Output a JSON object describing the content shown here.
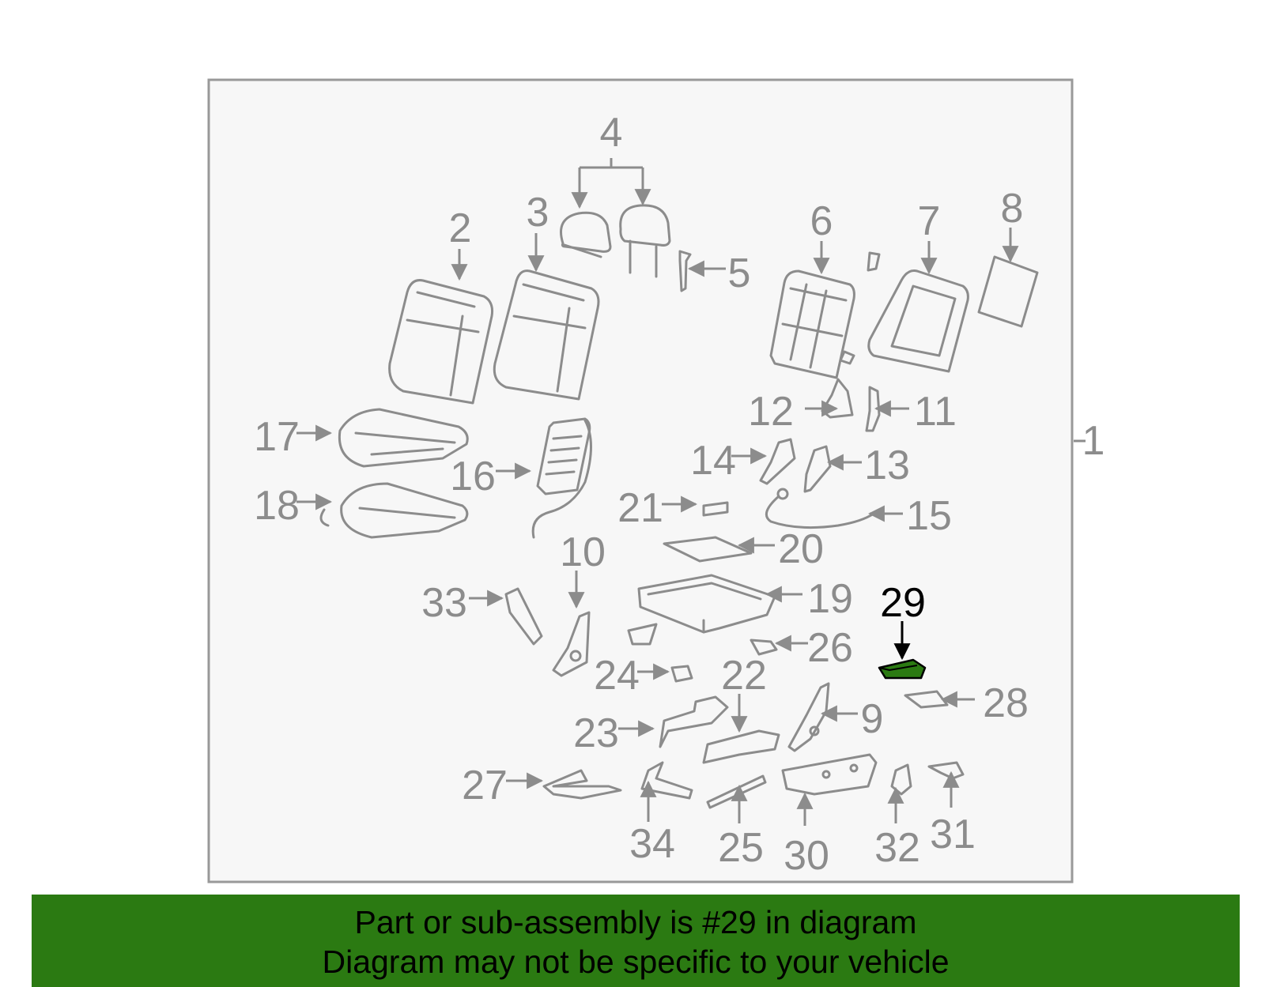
{
  "diagram": {
    "highlight_part": "29",
    "colors": {
      "frame_fill": "#f7f7f7",
      "frame_stroke": "#999999",
      "parts": "#8c8c8c",
      "highlight": "#2b7a12",
      "banner": "#2b7a12"
    },
    "labels": {
      "n1": "1",
      "n2": "2",
      "n3": "3",
      "n4": "4",
      "n5": "5",
      "n6": "6",
      "n7": "7",
      "n8": "8",
      "n9": "9",
      "n10": "10",
      "n11": "11",
      "n12": "12",
      "n13": "13",
      "n14": "14",
      "n15": "15",
      "n16": "16",
      "n17": "17",
      "n18": "18",
      "n19": "19",
      "n20": "20",
      "n21": "21",
      "n22": "22",
      "n23": "23",
      "n24": "24",
      "n25": "25",
      "n26": "26",
      "n27": "27",
      "n28": "28",
      "n29": "29",
      "n30": "30",
      "n31": "31",
      "n32": "32",
      "n33": "33",
      "n34": "34"
    }
  },
  "banner": {
    "line1": "Part or sub-assembly is #29 in diagram",
    "line2": "Diagram may not be specific to your vehicle"
  }
}
